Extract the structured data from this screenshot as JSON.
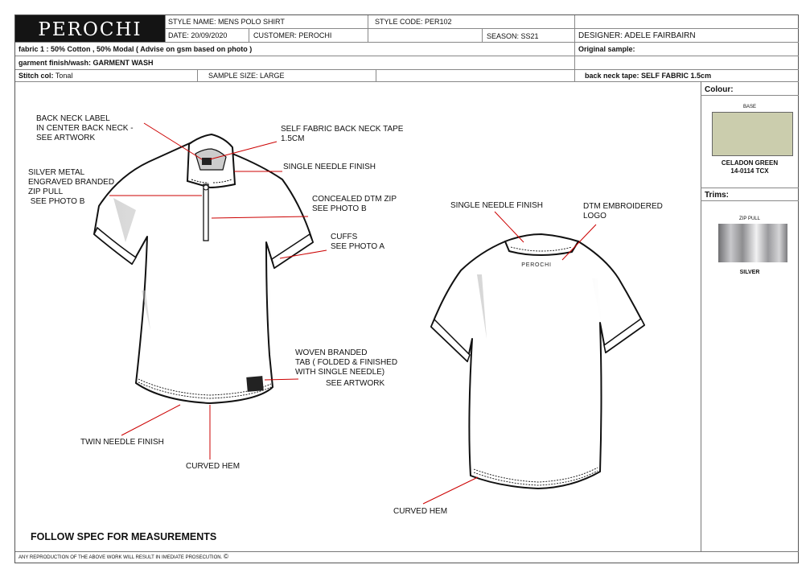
{
  "brand": "PEROCHI",
  "header": {
    "style_name": "STYLE NAME: MENS  POLO SHIRT",
    "style_code": "STYLE CODE: PER102",
    "date": "DATE: 20/09/2020",
    "customer": "CUSTOMER: PEROCHI",
    "season": "SEASON: SS21",
    "designer": "DESIGNER: ADELE FAIRBAIRN",
    "fabric": "fabric 1 : 50% Cotton , 50% Modal  ( Advise on gsm based on photo )",
    "original_sample": "Original sample:",
    "finish_wash": "garment finish/wash: GARMENT WASH",
    "stitch_col_label": "Stitch col:",
    "stitch_col_value": "Tonal",
    "sample_size": "SAMPLE SIZE: LARGE",
    "back_neck_tape_label": "back neck tape:",
    "back_neck_tape_value": "SELF FABRIC 1.5cm"
  },
  "front_callouts": {
    "back_neck_label": "BACK NECK LABEL\nIN CENTER BACK NECK -\nSEE ARTWORK",
    "self_fabric_tape": "SELF FABRIC BACK NECK TAPE\n1.5CM",
    "silver_zip": "SILVER METAL\nENGRAVED BRANDED\nZIP PULL\n SEE PHOTO B",
    "single_needle": "SINGLE NEEDLE FINISH",
    "concealed_zip": "CONCEALED DTM ZIP\nSEE PHOTO B",
    "cuffs": "CUFFS\nSEE PHOTO A",
    "woven_tab": "WOVEN BRANDED\nTAB ( FOLDED & FINISHED\nWITH SINGLE NEEDLE)",
    "see_artwork": "SEE ARTWORK",
    "twin_needle": "TWIN NEEDLE FINISH",
    "curved_hem": "CURVED HEM"
  },
  "back_callouts": {
    "single_needle": "SINGLE NEEDLE FINISH",
    "embroidered_logo": "DTM EMBROIDERED\nLOGO",
    "logo_text": "PEROCHI",
    "curved_hem": "CURVED HEM"
  },
  "sidebar": {
    "colour_heading": "Colour:",
    "base_label": "BASE",
    "colour_name": "CELADON GREEN",
    "colour_code": "14-0114 TCX",
    "colour_hex": "#cbcdad",
    "trims_heading": "Trims:",
    "zip_pull_label": "ZIP PULL",
    "trim_name": "SILVER"
  },
  "footer": {
    "spec_note": "FOLLOW SPEC FOR MEASUREMENTS",
    "legal": "ANY REPRODUCTION OF THE ABOVE WORK WILL RESULT IN IMEDIATE PROSECUTION.",
    "copyright_symbol": "©"
  }
}
